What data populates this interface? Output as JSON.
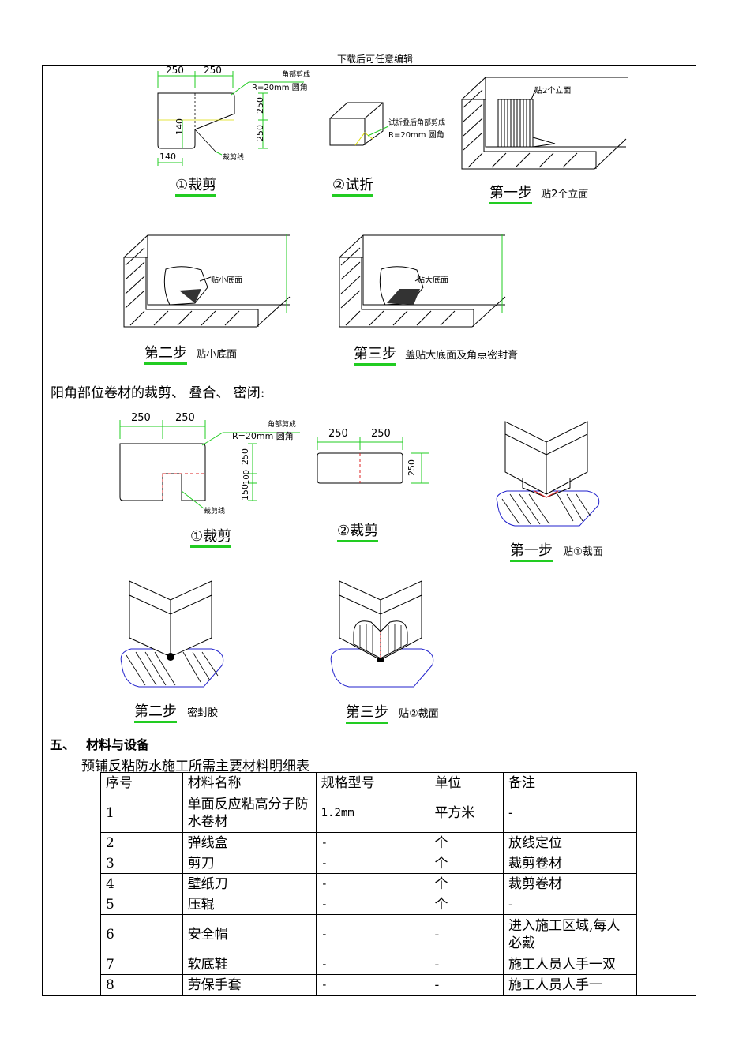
{
  "page_header": "下载后可任意编辑",
  "inner_corner": {
    "step_cut": {
      "dims_top": [
        "250",
        "250"
      ],
      "dims_right": [
        "250",
        "250"
      ],
      "dim_left_vertical": "140",
      "dim_bottom": "140",
      "note_corner": "角部剪成",
      "note_radius": "R=20mm 圆角",
      "note_cutline": "裁剪线",
      "caption_num": "①",
      "caption": "裁剪"
    },
    "step_fold": {
      "note_line1": "试折叠后角部剪成",
      "note_line2": "R=20mm 圆角",
      "caption_num": "②",
      "caption": "试折"
    },
    "step1": {
      "label": "贴2个立面",
      "caption": "第一步",
      "caption_sub": "贴2个立面"
    },
    "step2": {
      "label": "贴小底面",
      "caption": "第二步",
      "caption_sub": "贴小底面"
    },
    "step3": {
      "label": "贴大底面",
      "caption": "第三步",
      "caption_sub": "盖贴大底面及角点密封膏"
    }
  },
  "outer_corner_paragraph": "阳角部位卷材的裁剪、 叠合、 密闭:",
  "outer_corner": {
    "cut1": {
      "dims_top": [
        "250",
        "250"
      ],
      "dims_right": [
        "250",
        "100",
        "150"
      ],
      "note_corner": "角部剪成",
      "note_radius": "R=20mm 圆角",
      "note_cutline": "裁剪线",
      "caption_num": "①",
      "caption": "裁剪"
    },
    "cut2": {
      "dims_top": [
        "250",
        "250"
      ],
      "dim_right": "250",
      "caption_num": "②",
      "caption": "裁剪"
    },
    "step1": {
      "caption": "第一步",
      "caption_sub_prefix": "贴",
      "caption_sub_num": "①",
      "caption_sub_suffix": "裁面"
    },
    "step2": {
      "caption": "第二步",
      "caption_sub": "密封胶"
    },
    "step3": {
      "caption": "第三步",
      "caption_sub_prefix": "贴",
      "caption_sub_num": "②",
      "caption_sub_suffix": "裁面"
    }
  },
  "section": {
    "number": "五、",
    "title": "材料与设备",
    "table_title": "预铺反粘防水施工所需主要材料明细表",
    "table": {
      "headers": [
        "序号",
        "材料名称",
        "规格型号",
        "单位",
        "备注"
      ],
      "rows": [
        [
          "1",
          "单面反应粘高分子防水卷材",
          "1.2mm",
          "平方米",
          "-"
        ],
        [
          "2",
          "弹线盒",
          "-",
          "个",
          "放线定位"
        ],
        [
          "3",
          "剪刀",
          "-",
          "个",
          "裁剪卷材"
        ],
        [
          "4",
          "壁纸刀",
          "-",
          "个",
          "裁剪卷材"
        ],
        [
          "5",
          "压辊",
          "-",
          "个",
          "-"
        ],
        [
          "6",
          "安全帽",
          "-",
          "-",
          "进入施工区域,每人必戴"
        ],
        [
          "7",
          "软底鞋",
          "-",
          "-",
          "施工人员人手一双"
        ],
        [
          "8",
          "劳保手套",
          "-",
          "-",
          "施工人员人手一"
        ]
      ]
    }
  }
}
